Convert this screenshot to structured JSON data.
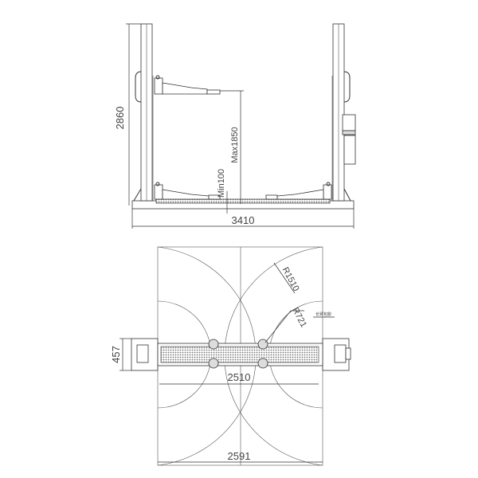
{
  "front_view": {
    "height_dim": "2860",
    "width_dim": "3410",
    "max_lift": "Max1850",
    "min_lift": "Min100"
  },
  "plan_view": {
    "outer_radius": "R1510",
    "inner_radius": "R721",
    "arm_note": "长臂包胶",
    "base_width": "457",
    "inner_width": "2510",
    "overall_width": "2591"
  }
}
